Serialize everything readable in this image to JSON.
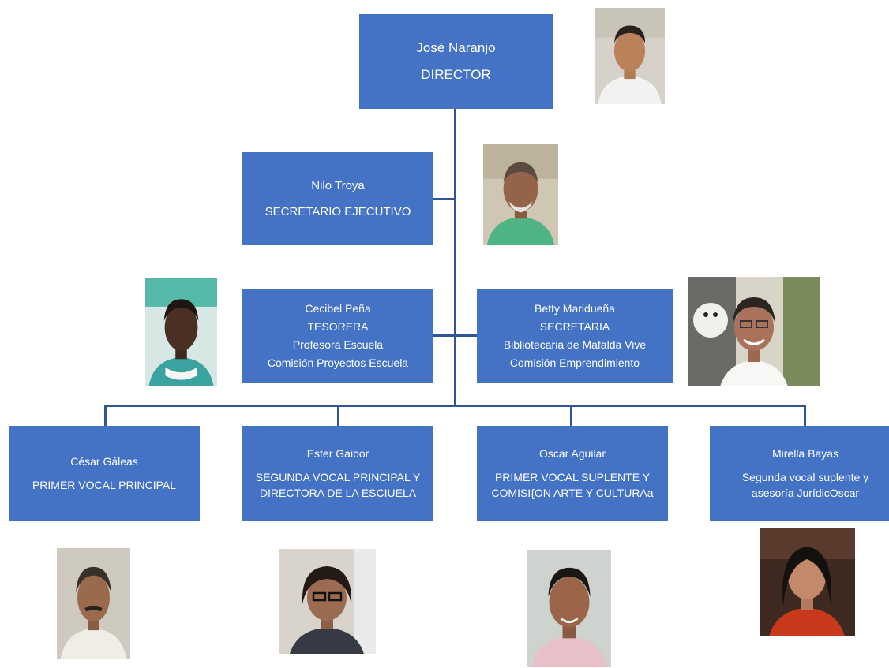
{
  "chart": {
    "director": {
      "name": "José Naranjo",
      "role": "DIRECTOR"
    },
    "secretario_ejecutivo": {
      "name": "Nilo Troya",
      "role": "SECRETARIO EJECUTIVO"
    },
    "tesorera": {
      "name": "Cecibel Peña",
      "role": "TESORERA",
      "detail1": "Profesora Escuela",
      "detail2": "Comisión Proyectos Escuela"
    },
    "secretaria": {
      "name": "Betty Maridueña",
      "role": "SECRETARIA",
      "detail1": "Bibliotecaria de Mafalda Vive",
      "detail2": "Comisión Emprendimiento"
    },
    "vocals": [
      {
        "name": "César Gáleas",
        "role_line1": "PRIMER VOCAL PRINCIPAL",
        "role_line2": ""
      },
      {
        "name": "Ester Gaibor",
        "role_line1": "SEGUNDA VOCAL PRINCIPAL Y",
        "role_line2": "DIRECTORA DE LA ESCIUELA"
      },
      {
        "name": "Oscar Aguilar",
        "role_line1": "PRIMER VOCAL SUPLENTE Y",
        "role_line2": "COMISI{ON ARTE Y CULTURAa"
      },
      {
        "name": "Mirella Bayas",
        "role_line1": "Segunda vocal suplente y",
        "role_line2": "asesoría JurídicOscar"
      }
    ]
  },
  "colors": {
    "box": "#4472c4",
    "line": "#2f5597",
    "text": "#ffffff"
  }
}
